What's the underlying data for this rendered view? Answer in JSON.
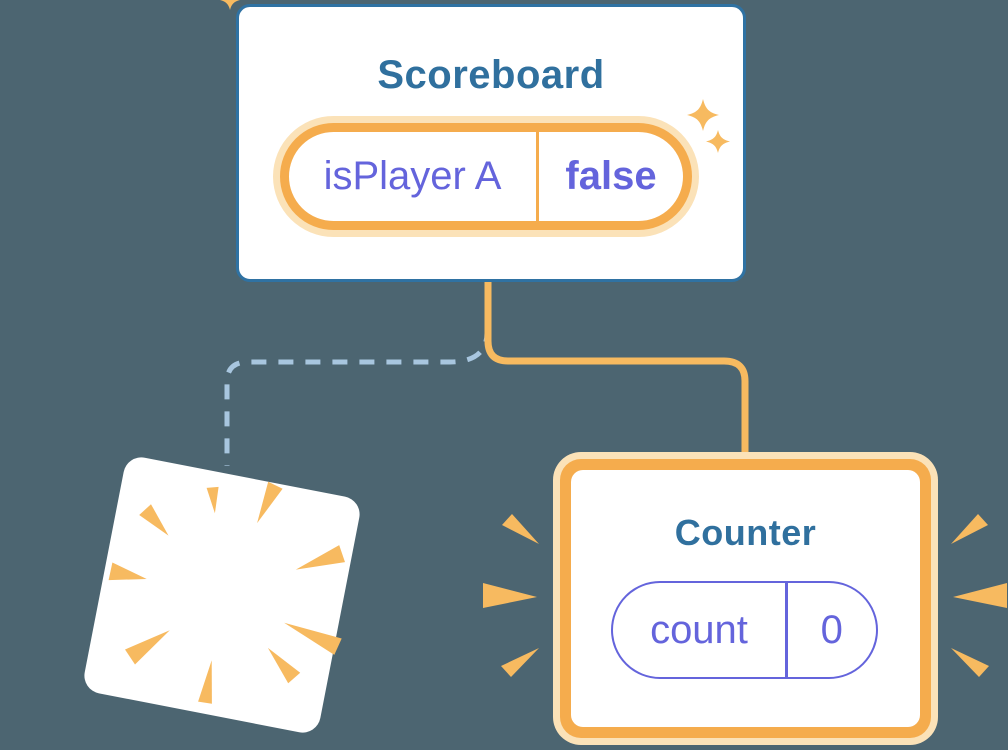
{
  "diagram": {
    "description": "React component state diagram",
    "scoreboard": {
      "title": "Scoreboard",
      "state_name": "isPlayer A",
      "state_value": "false"
    },
    "counter": {
      "title": "Counter",
      "state_name": "count",
      "state_value": "0"
    }
  },
  "icons": {
    "sparkles": "sparkle-stars",
    "poof": "poof-burst-rays",
    "emphasis": "emphasis-rays"
  },
  "colors": {
    "background": "#4C6571",
    "card_border_blue": "#2F72A3",
    "title_blue": "#30709E",
    "state_indigo": "#6464DC",
    "orange_main": "#F5AC4D",
    "orange_halo": "#FBE2B8",
    "orange_line": "#F7BA60",
    "dashed_blue": "#A8C6DF",
    "card_white": "#FFFFFF"
  }
}
